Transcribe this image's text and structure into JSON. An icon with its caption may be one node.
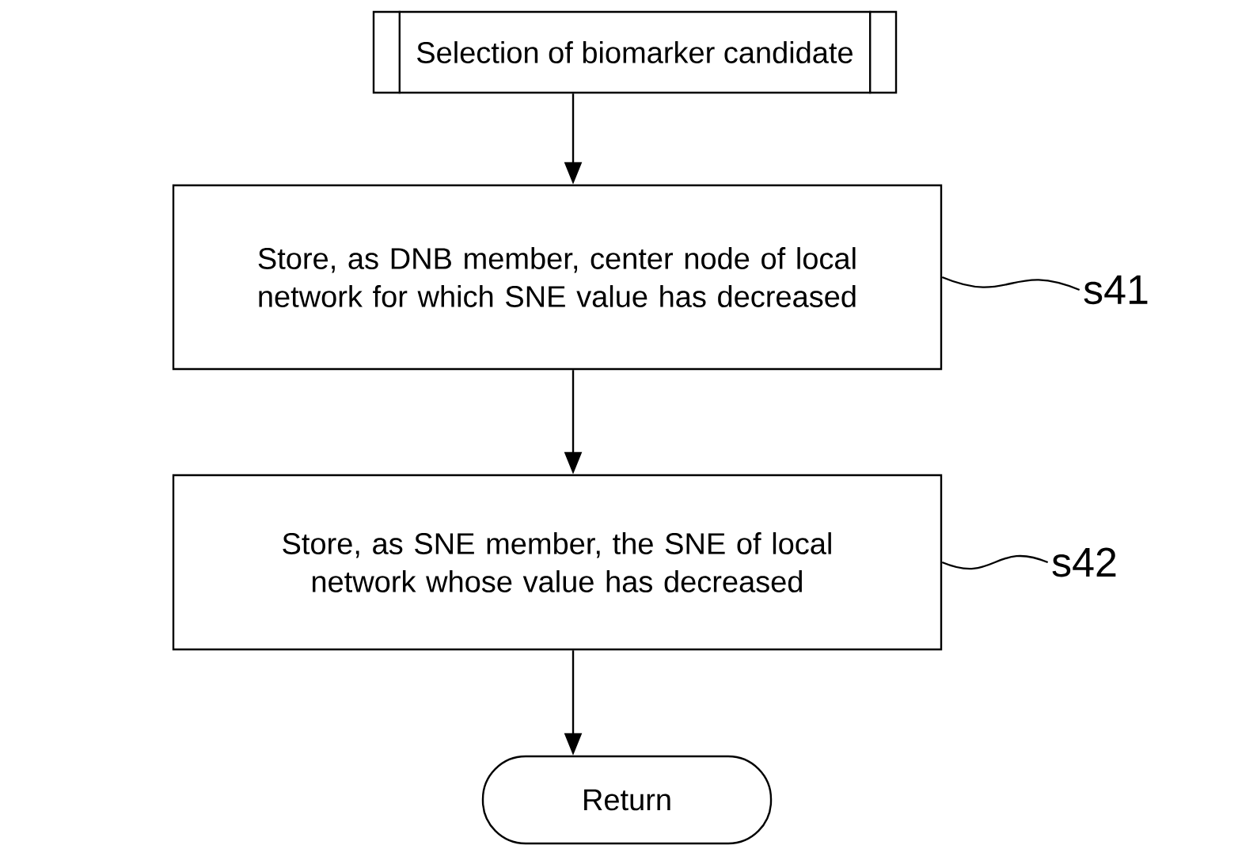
{
  "diagram": {
    "nodes": [
      {
        "text": [
          "Selection of biomarker candidate"
        ]
      },
      {
        "text": [
          "Store, as DNB member, center node of local network for which SNE value has decreased"
        ]
      },
      {
        "text": [
          "Store, as SNE member, the SNE of local network whose value has decreased"
        ]
      },
      {
        "text": [
          "Return"
        ]
      },
      {
        "text": [
          "s41"
        ]
      },
      {
        "text": [
          "s42"
        ]
      }
    ],
    "edges": [
      {
        "from": 0,
        "to": 1,
        "arrow": "to"
      },
      {
        "from": 1,
        "to": 2,
        "arrow": "to"
      },
      {
        "from": 2,
        "to": 3,
        "arrow": "to"
      },
      {
        "from": 4,
        "to": 1,
        "arrow": "none"
      },
      {
        "from": 5,
        "to": 2,
        "arrow": "none"
      }
    ]
  }
}
